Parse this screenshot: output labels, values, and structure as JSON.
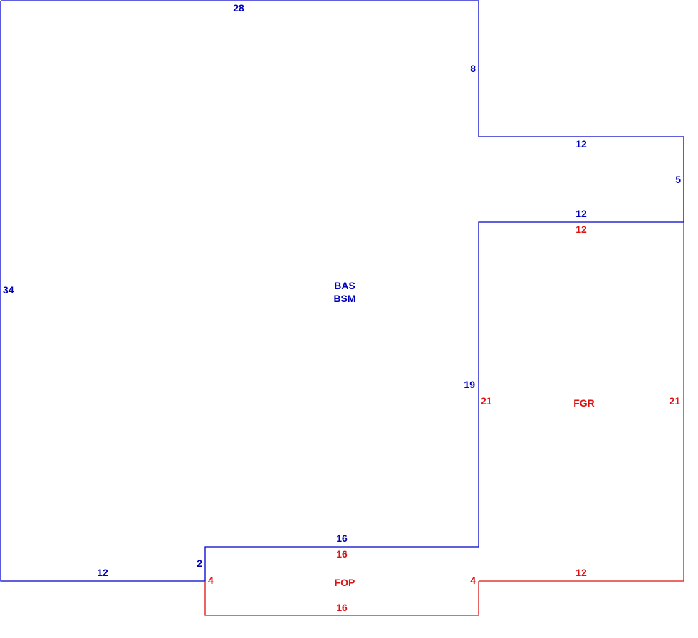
{
  "colors": {
    "main": "#0000cc",
    "attached": "#dd1111"
  },
  "areas": {
    "bas": {
      "label1": "BAS",
      "label2": "BSM",
      "color": "#0000cc"
    },
    "fgr": {
      "label": "FGR",
      "color": "#dd1111"
    },
    "fop": {
      "label": "FOP",
      "color": "#dd1111"
    }
  },
  "dims": {
    "bas_top": "28",
    "bas_upper_right": "8",
    "bas_step_top": "12",
    "bas_step_right": "5",
    "bas_step_bottom": "12",
    "bas_inner_right": "19",
    "bas_left": "34",
    "bas_bottom": "12",
    "bas_notch": "2",
    "bas_porch_top": "16",
    "fgr_top": "12",
    "fgr_left": "21",
    "fgr_right": "21",
    "fgr_bottom": "12",
    "fop_top": "16",
    "fop_left": "4",
    "fop_right": "4",
    "fop_bottom": "16"
  }
}
